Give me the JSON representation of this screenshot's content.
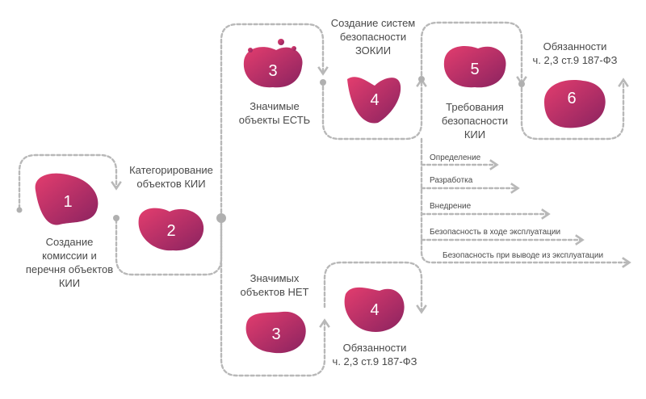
{
  "colors": {
    "blob_start": "#e33d6e",
    "blob_end": "#8a2360",
    "connector": "#b8b8b8",
    "text": "#4a4a4a",
    "number": "#ffffff"
  },
  "steps": {
    "s1": {
      "number": "1",
      "label": [
        "Создание",
        "комиссии и",
        "перечня объектов",
        "КИИ"
      ]
    },
    "s2": {
      "number": "2",
      "label": [
        "Категорирование",
        "объектов КИИ"
      ]
    },
    "s3_yes": {
      "number": "3",
      "label": [
        "Значимые",
        "объекты ЕСТЬ"
      ]
    },
    "s4_yes": {
      "number": "4",
      "label": [
        "Создание систем",
        "безопасности",
        "ЗОКИИ"
      ]
    },
    "s5": {
      "number": "5",
      "label": [
        "Требования",
        "безопасности",
        "КИИ"
      ]
    },
    "s6": {
      "number": "6",
      "label": [
        "Обязанности",
        "ч. 2,3 ст.9 187-ФЗ"
      ]
    },
    "s3_no": {
      "number": "3",
      "label": [
        "Значимых",
        "объектов  НЕТ"
      ]
    },
    "s4_no": {
      "number": "4",
      "label": [
        "Обязанности",
        "ч. 2,3 ст.9 187-ФЗ"
      ]
    }
  },
  "phases": [
    "Определение",
    "Разработка",
    "Внедрение",
    "Безопасность в ходе эксплуатации",
    "Безопасность при выводе из эксплуатации"
  ]
}
